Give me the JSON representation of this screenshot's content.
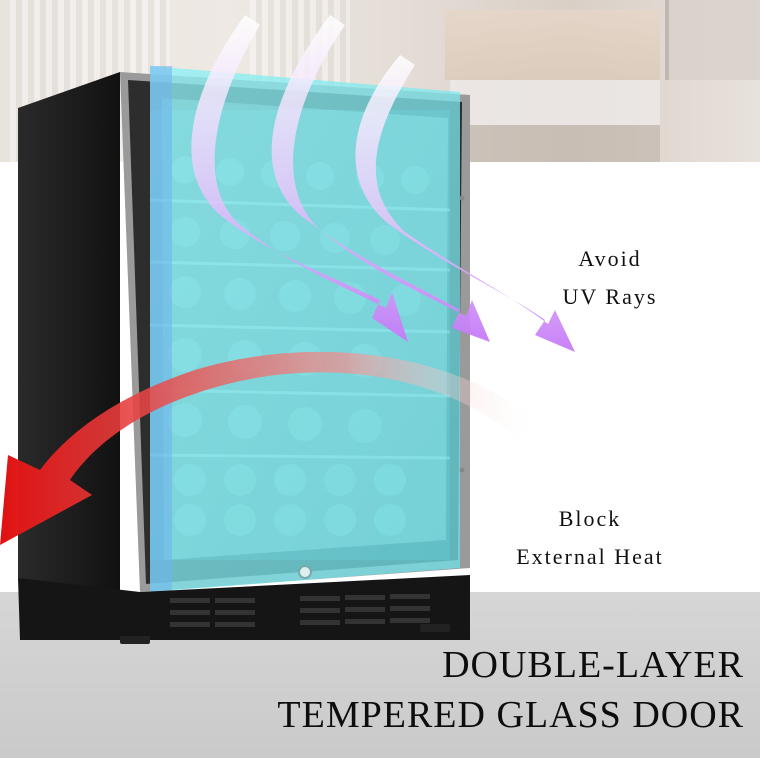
{
  "image": {
    "subject": "wine cooler with double-layer tempered glass door",
    "annotations": {
      "uv": {
        "line1": "Avoid",
        "line2": "UV Rays"
      },
      "heat": {
        "line1": "Block",
        "line2": "External Heat"
      }
    },
    "headline": {
      "line1": "DOUBLE-LAYER",
      "line2": "TEMPERED GLASS DOOR"
    }
  },
  "colors": {
    "glass_tint": "#7ee8ee",
    "uv_arrow": "#c77df5",
    "heat_arrow": "#e01616",
    "floor": "#cacaca",
    "cabinet_body": "#1c1c1c"
  }
}
